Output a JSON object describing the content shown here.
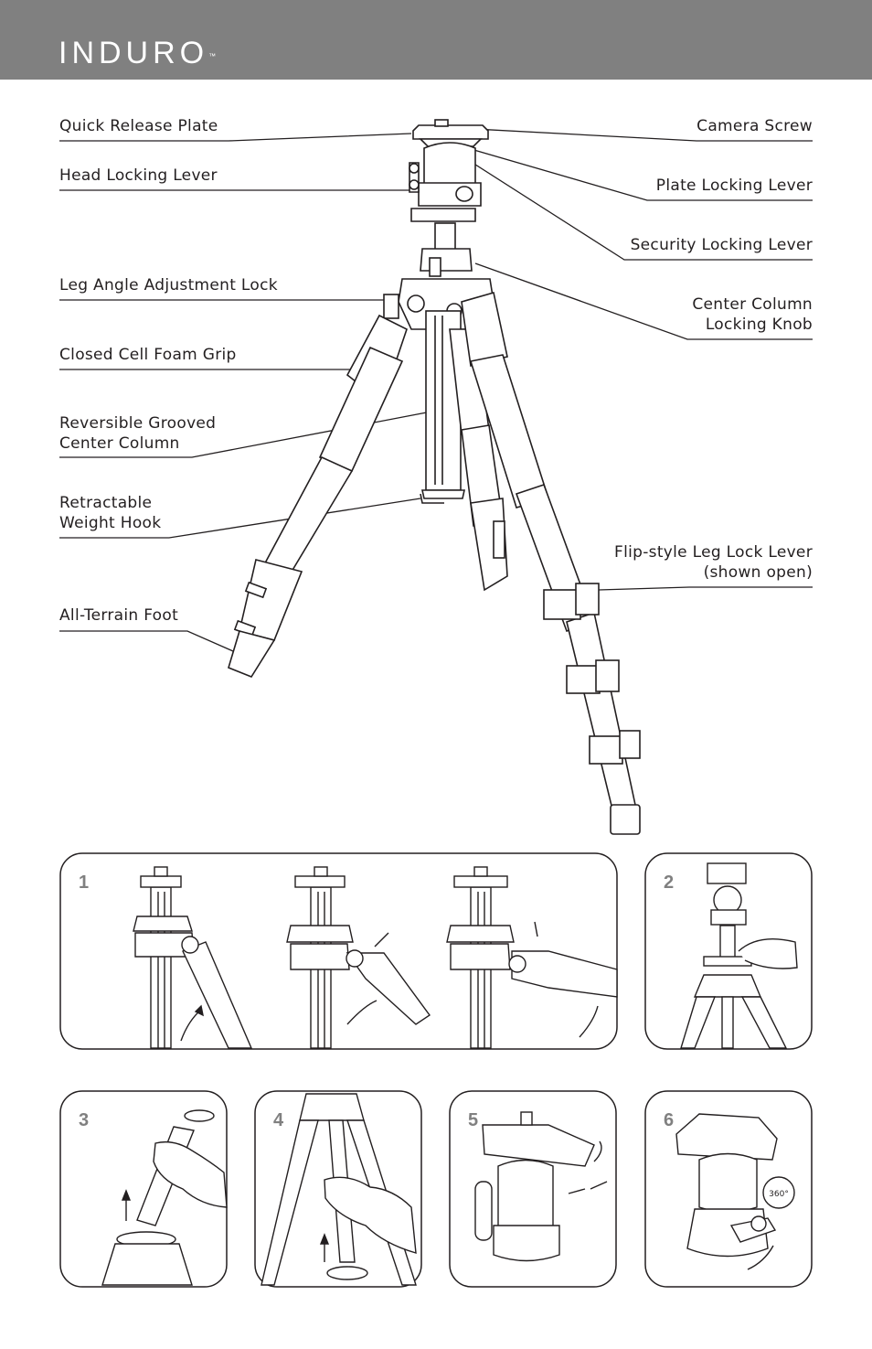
{
  "brand": {
    "name": "INDURO",
    "trademark": "™"
  },
  "labels_left": [
    {
      "id": "quick-release-plate",
      "lines": [
        "Quick Release Plate"
      ]
    },
    {
      "id": "head-locking-lever",
      "lines": [
        "Head Locking Lever"
      ]
    },
    {
      "id": "leg-angle-adjustment-lock",
      "lines": [
        "Leg Angle Adjustment Lock"
      ]
    },
    {
      "id": "closed-cell-foam-grip",
      "lines": [
        "Closed Cell Foam Grip"
      ]
    },
    {
      "id": "reversible-grooved-center-column",
      "lines": [
        "Reversible Grooved",
        "Center Column"
      ]
    },
    {
      "id": "retractable-weight-hook",
      "lines": [
        "Retractable",
        "Weight Hook"
      ]
    },
    {
      "id": "all-terrain-foot",
      "lines": [
        "All-Terrain Foot"
      ]
    }
  ],
  "labels_right": [
    {
      "id": "camera-screw",
      "lines": [
        "Camera Screw"
      ]
    },
    {
      "id": "plate-locking-lever",
      "lines": [
        "Plate Locking Lever"
      ]
    },
    {
      "id": "security-locking-lever",
      "lines": [
        "Security Locking Lever"
      ]
    },
    {
      "id": "center-column-locking-knob",
      "lines": [
        "Center Column",
        "Locking Knob"
      ]
    },
    {
      "id": "flip-style-leg-lock-lever",
      "lines": [
        "Flip-style Leg Lock Lever",
        "(shown open)"
      ]
    }
  ],
  "panels": [
    {
      "number": "1"
    },
    {
      "number": "2"
    },
    {
      "number": "3"
    },
    {
      "number": "4"
    },
    {
      "number": "5"
    },
    {
      "number": "6"
    }
  ],
  "rotation_badge": "360°",
  "colors": {
    "header": "#808080",
    "text": "#231f20",
    "panel_number": "#808080",
    "line": "#231f20"
  }
}
